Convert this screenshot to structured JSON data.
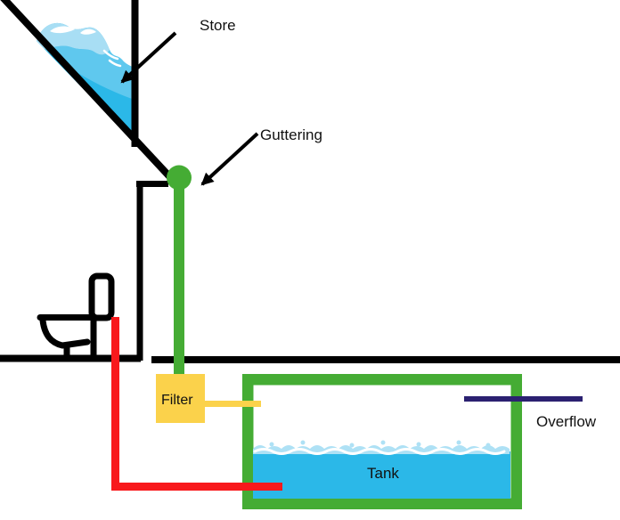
{
  "labels": {
    "store": "Store",
    "guttering": "Guttering",
    "filter": "Filter",
    "tank": "Tank",
    "overflow": "Overflow"
  },
  "colors": {
    "black": "#000000",
    "green": "#45AC34",
    "water": "#2BB8E8",
    "water_light": "#A8DEF4",
    "water_mid": "#5FC8EE",
    "wave_crest": "#AEE1F5",
    "yellow": "#FBD24B",
    "red": "#F8191C",
    "navy": "#2B2171",
    "white": "#FFFFFF"
  }
}
